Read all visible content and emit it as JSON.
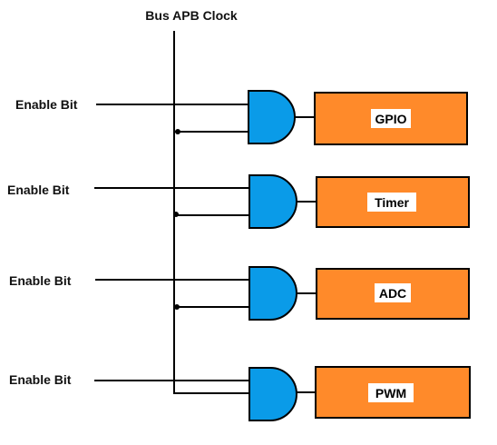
{
  "title": "Bus APB Clock",
  "colors": {
    "wire": "#000000",
    "gate_fill": "#0a9be8",
    "gate_stroke": "#000000",
    "module_fill": "#ff8a2a",
    "module_stroke": "#000000",
    "module_label_bg": "#ffffff"
  },
  "channels": [
    {
      "enable_label": "Enable Bit",
      "gate": "and-gate",
      "module": "GPIO"
    },
    {
      "enable_label": "Enable Bit",
      "gate": "and-gate",
      "module": "Timer"
    },
    {
      "enable_label": "Enable Bit",
      "gate": "and-gate",
      "module": "ADC"
    },
    {
      "enable_label": "Enable Bit",
      "gate": "and-gate",
      "module": "PWM"
    }
  ]
}
